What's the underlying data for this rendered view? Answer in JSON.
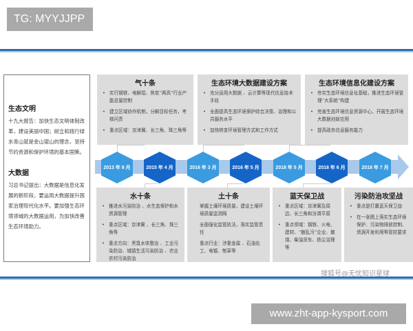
{
  "header": {
    "tag": "TG: MYYJJPP"
  },
  "left": {
    "sections": [
      {
        "title": "生态文明",
        "text": "十九大报告：加快生态文明体制改革，建设美丽中国；树立和践行绿水青山就是金山银山的理念，坚持节约资源和保护环境的基本国策。"
      },
      {
        "title": "大数据",
        "text": "习总书记提出：大数据是信息化发展的新阶段，要运用大数据提升国家治理现代化水平。要加强生态环境领域的大数据运用，为加快改善生态环境助力。"
      }
    ]
  },
  "top_boxes": [
    {
      "title": "气十条",
      "items": [
        "实行钢铁、电解铝、焦炭“两高”行业产能总量控制",
        "建立区域协作机制，分解目标任务，考核问责",
        "重点区域：京津冀、长三角、珠三角等"
      ]
    },
    {
      "title": "生态环境大数据建设方案",
      "items": [
        "充分运用大数据 、云计算等现代信息技术手段",
        "全面提高生态环境保护综合决策、治理和公共服务水平",
        "加快转变环境管理方式和工作方式"
      ]
    },
    {
      "title": "生态环境信息化建设方案",
      "items": [
        "夯实生态环境信息化基础，推进生态环境管理“大系统”构建",
        "完善生态环境信息资源中心，开展生态环境大数据创新应用",
        "提高政务信息服务能力"
      ]
    }
  ],
  "timeline": [
    {
      "label": "2013 年 9 月",
      "color": "#3a9be0"
    },
    {
      "label": "2015 年 4 月",
      "color": "#1565c8"
    },
    {
      "label": "2016 年 3 月",
      "color": "#3a9be0"
    },
    {
      "label": "2016 年 5 月",
      "color": "#1565c8"
    },
    {
      "label": "2018 年 5 月",
      "color": "#3a9be0"
    },
    {
      "label": "2018 年 6 月",
      "color": "#1565c8"
    },
    {
      "label": "2018 年 7 月",
      "color": "#3a9be0"
    }
  ],
  "bottom_boxes": [
    {
      "title": "水十条",
      "items": [
        "推进水污染防治 、水生态保护和水资源管理",
        "重点区域：京津冀 、长三角、珠三角等",
        "重点方向：黑臭水体整治 、工业污染防治、城镇生活污染防治 、农业农村污染防治"
      ]
    },
    {
      "title": "土十条",
      "items": [
        "掌握土壤环境质量，建设土壤环境质量监测网",
        "全面强化监管执法，落实监管责任",
        "重点行业：涉重金属 、石油化工、电镀、制革等"
      ]
    },
    {
      "title": "蓝天保卫战",
      "items": [
        "重点区域：京津冀及周边、长三角和汾渭平原",
        "重点领域：钢铁、火电、建材、“散乱污”企业、散煤、柴油货车、扬尘治理等"
      ]
    },
    {
      "title": "污染防治攻坚战",
      "items": [
        "重点是打赢蓝天保卫战",
        "在一张图上落实生态环境保护、污染物排放控制、资源开发利用等管控要求"
      ]
    }
  ],
  "watermark": "搜狐号@无忧知识星球",
  "footer": {
    "url": "www.zht-app-kysport.com"
  }
}
